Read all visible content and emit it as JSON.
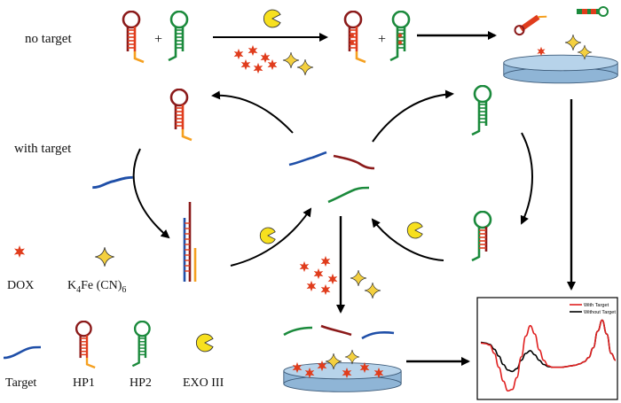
{
  "labels": {
    "no_target": "no target",
    "with_target": "with target",
    "plus": "+"
  },
  "legend": {
    "dox": "DOX",
    "k4fe_main_k": "K",
    "k4fe_sub_4": "4",
    "k4fe_mid": "Fe (CN)",
    "k4fe_sub_6": "6",
    "target": "Target",
    "hp1": "HP1",
    "hp2": "HP2",
    "exo3": "EXO III"
  },
  "colors": {
    "hp1_loop": "#8b1a1a",
    "hp1_tail": "#f5a020",
    "hp1_stem": "#e03c1c",
    "hp2_loop": "#1b8a3c",
    "hp2_stem": "#1b8a3c",
    "target": "#1f4fa8",
    "dox": "#e03c1c",
    "k4fe": "#f4d03f",
    "exo": "#f7e01e",
    "electrode_top": "#b7d3ea",
    "electrode_side": "#8fb5d6",
    "with_target_curve": "#e02020",
    "without_target_curve": "#000000"
  },
  "icons": [
    "hairpin-hp1-icon",
    "hairpin-hp2-icon",
    "target-strand-icon",
    "dox-icon",
    "k4fe-star-icon",
    "exo3-pacman-icon",
    "electrode-icon"
  ],
  "chart_data": {
    "type": "line",
    "title": "",
    "xlabel": "",
    "ylabel": "",
    "legend_position": "top-right",
    "x": [
      0,
      1,
      2,
      3,
      4,
      5,
      6,
      7,
      8,
      9,
      10,
      11,
      12,
      13,
      14,
      15,
      16,
      17,
      18,
      19,
      20,
      21,
      22,
      23,
      24,
      25,
      26,
      27,
      28,
      29,
      30
    ],
    "series": [
      {
        "name": "With Target",
        "color": "#e02020",
        "values": [
          45,
          44,
          42,
          30,
          10,
          -10,
          -24,
          -22,
          -5,
          25,
          55,
          70,
          58,
          35,
          20,
          12,
          10,
          10,
          10,
          11,
          12,
          13,
          15,
          18,
          24,
          38,
          62,
          78,
          58,
          30,
          20
        ]
      },
      {
        "name": "Without Target",
        "color": "#000000",
        "values": [
          46,
          45,
          43,
          36,
          26,
          14,
          6,
          4,
          8,
          20,
          30,
          34,
          28,
          20,
          14,
          11,
          10,
          10,
          10,
          11,
          12,
          13,
          15,
          18,
          24,
          38,
          62,
          78,
          58,
          30,
          20
        ]
      }
    ],
    "ylim": [
      -30,
      90
    ]
  }
}
